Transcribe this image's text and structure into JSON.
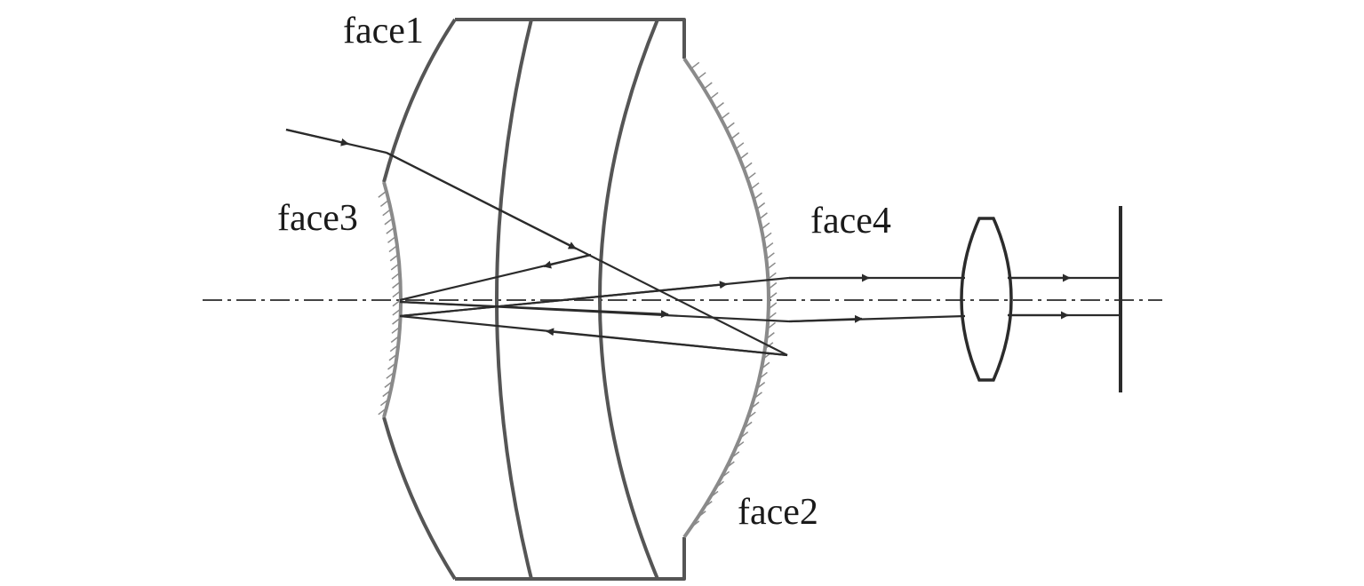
{
  "labels": {
    "face1": "face1",
    "face2": "face2",
    "face3": "face3",
    "face4": "face4"
  },
  "colors": {
    "line": "#2b2b2b",
    "lens_outline": "#555555",
    "mirror_coating": "#8a8a8a",
    "arrow": "#2b2b2b"
  }
}
